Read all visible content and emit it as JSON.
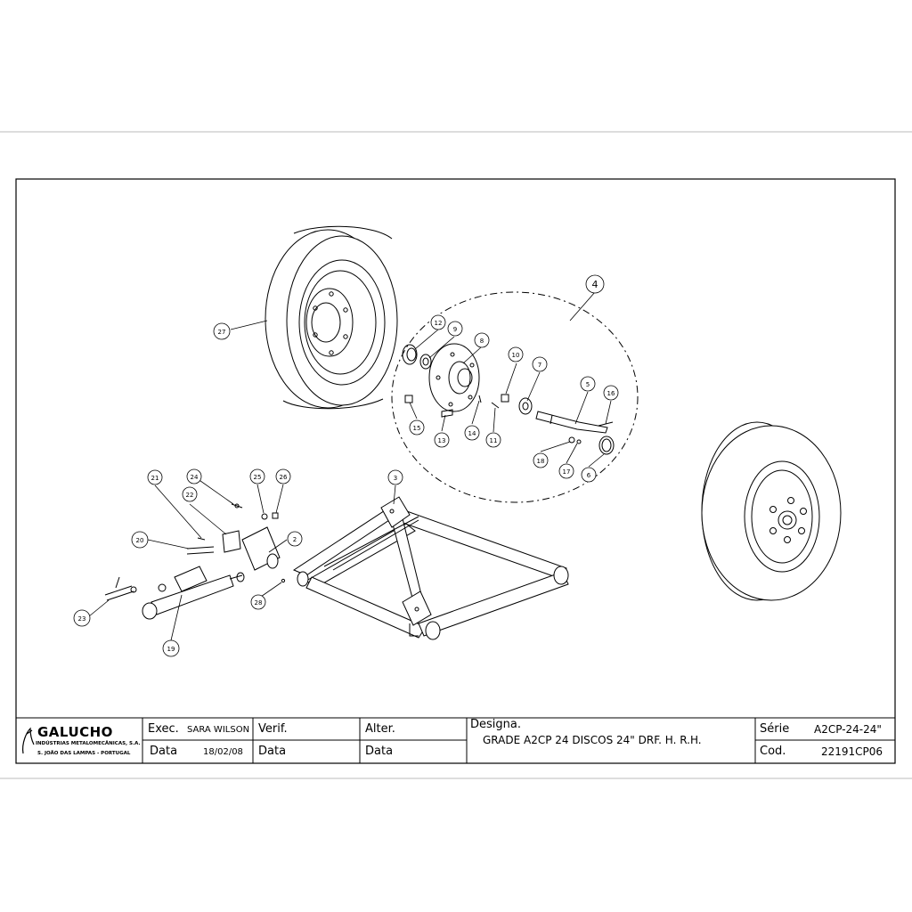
{
  "drawing": {
    "callouts": [
      "27",
      "12",
      "9",
      "8",
      "10",
      "7",
      "5",
      "16",
      "4",
      "15",
      "13",
      "14",
      "11",
      "18",
      "17",
      "6",
      "21",
      "24",
      "25",
      "26",
      "22",
      "20",
      "2",
      "3",
      "23",
      "19",
      "28"
    ]
  },
  "title_block": {
    "logo": {
      "brand": "GALUCHO",
      "company": "INDÚSTRIAS METALOMECÂNICAS, S.A.",
      "location": "S. JOÃO DAS LAMPAS - PORTUGAL"
    },
    "exec_label": "Exec.",
    "exec_value": "SARA WILSON",
    "date_label": "Data",
    "date_value": "18/02/08",
    "verif_label": "Verif.",
    "verif_date_label": "Data",
    "alter_label": "Alter.",
    "alter_date_label": "Data",
    "designation_label": "Designa.",
    "designation_value": "GRADE A2CP 24 DISCOS 24\" DRF. H. R.H.",
    "serie_label": "Série",
    "serie_value": "A2CP-24-24\"",
    "code_label": "Cod.",
    "code_value": "22191CP06"
  }
}
